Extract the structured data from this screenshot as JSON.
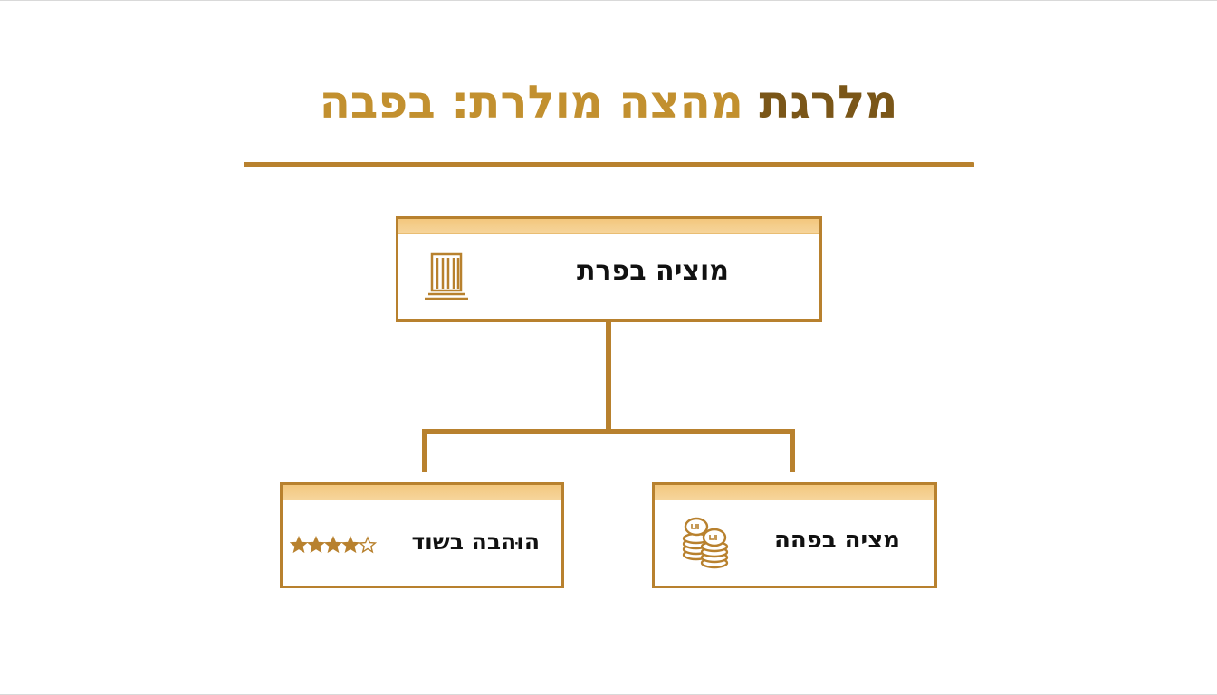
{
  "title": {
    "part1": "מלרגת",
    "part2": "מהצה מולרת: בפבה"
  },
  "colors": {
    "accent": "#b8812e",
    "title_dark": "#7a5618",
    "title_light": "#c2902f",
    "band": "#f3c77d"
  },
  "nodes": {
    "top": {
      "label": "מוציה בפרת",
      "icon": "building-icon"
    },
    "left": {
      "label": "הוּהבה בשוד",
      "icon": "stars-rating-icon",
      "rating": {
        "filled": 4,
        "total": 5
      }
    },
    "right": {
      "label": "מציה בפהה",
      "icon": "coins-stack-icon"
    }
  }
}
